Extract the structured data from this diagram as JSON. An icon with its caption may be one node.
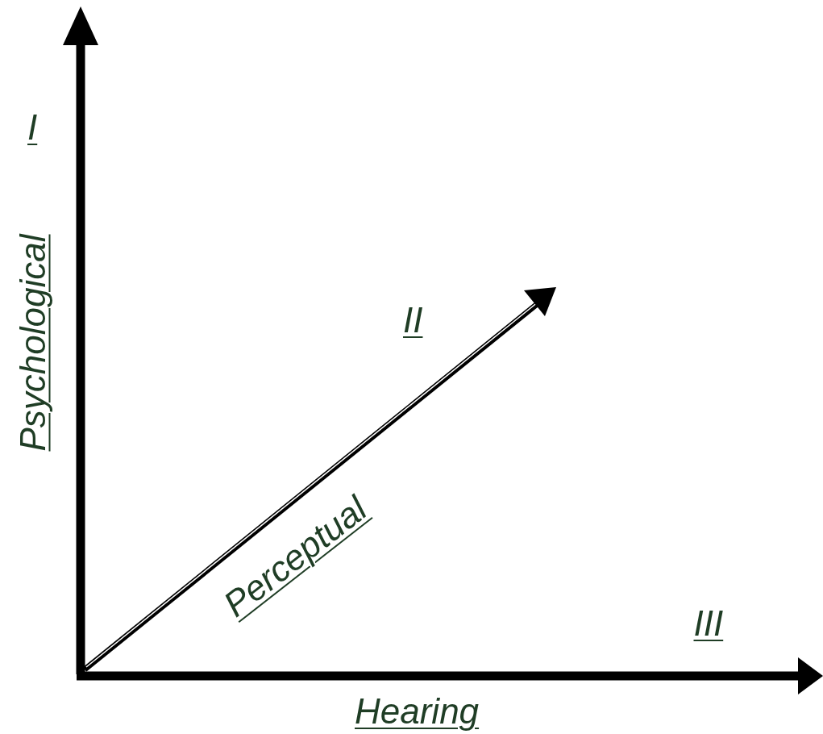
{
  "diagram": {
    "labels": [
      "I",
      "Psychological",
      "II",
      "Perceptual",
      "III",
      "Hearing"
    ]
  }
}
